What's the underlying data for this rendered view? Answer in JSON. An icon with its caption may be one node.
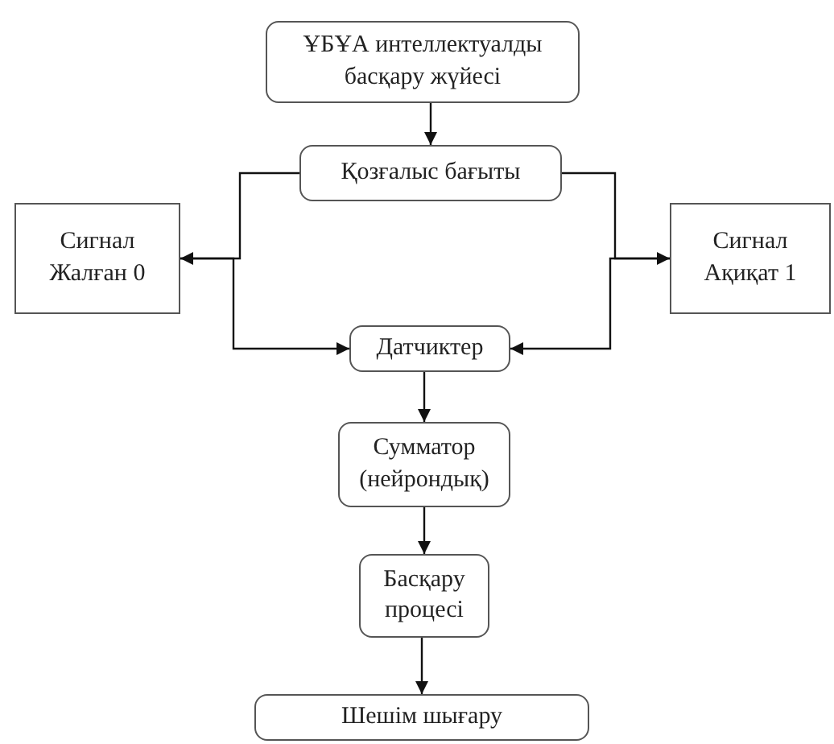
{
  "diagram": {
    "nodes": [
      {
        "text": [
          "ҰБҰА интеллектуалды басқару жүйесі"
        ]
      },
      {
        "text": [
          "Қозғалыс бағыты"
        ]
      },
      {
        "text": [
          "Сигнал Жалған 0"
        ]
      },
      {
        "text": [
          "Сигнал Ақиқат 1"
        ]
      },
      {
        "text": [
          "Датчиктер"
        ]
      },
      {
        "text": [
          "Сумматор (нейрондық)"
        ]
      },
      {
        "text": [
          "Басқару процесі"
        ]
      },
      {
        "text": [
          "Шешім шығару"
        ]
      }
    ],
    "edges": [
      {
        "from": 0,
        "to": 1,
        "arrow": "to"
      },
      {
        "from": 1,
        "to": 2,
        "arrow": "to"
      },
      {
        "from": 1,
        "to": 3,
        "arrow": "to"
      },
      {
        "from": 2,
        "to": 4,
        "arrow": "to"
      },
      {
        "from": 3,
        "to": 4,
        "arrow": "to"
      },
      {
        "from": 4,
        "to": 5,
        "arrow": "to"
      },
      {
        "from": 5,
        "to": 6,
        "arrow": "to"
      },
      {
        "from": 6,
        "to": 7,
        "arrow": "to"
      }
    ]
  }
}
